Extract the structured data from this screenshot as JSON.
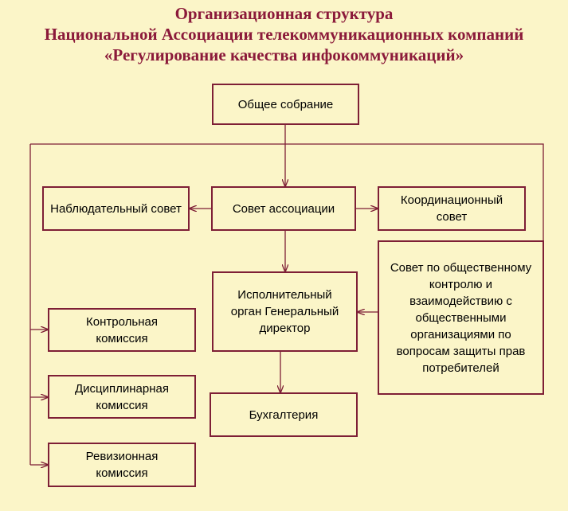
{
  "title": {
    "line1": "Организационная структура",
    "line2": "Национальной Ассоциации телекоммуникационных компаний",
    "line3": "«Регулирование качества инфокоммуникаций»"
  },
  "nodes": {
    "general_meeting": "Общее собрание",
    "association_council": "Совет ассоциации",
    "supervisory_board": "Наблюдательный совет",
    "coordination_council": "Координационный совет",
    "executive_body": "Исполнительный орган Генеральный директор",
    "public_control_council": "Совет по общественному контролю и взаимодействию с общественными организациями по вопросам защиты прав потребителей",
    "control_commission": "Контрольная комиссия",
    "disciplinary_commission": "Дисциплинарная комиссия",
    "audit_commission": "Ревизионная комиссия",
    "accounting": "Бухгалтерия"
  },
  "colors": {
    "background": "#fbf5c8",
    "border": "#7e1f36",
    "title": "#8b1a3a"
  }
}
